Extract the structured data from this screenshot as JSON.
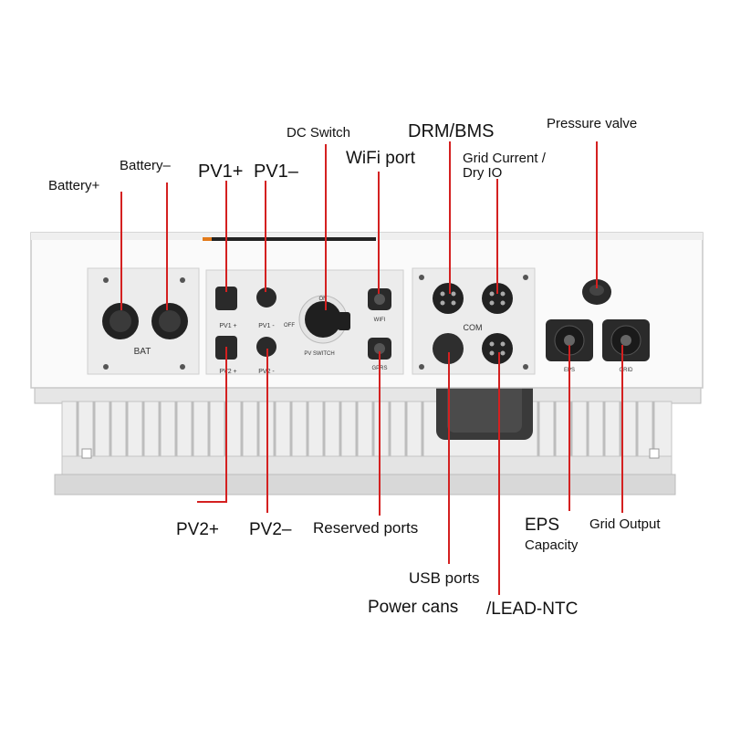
{
  "labels": {
    "battery_plus": "Battery+",
    "battery_minus": "Battery–",
    "pv1_plus": "PV1+",
    "pv1_minus": "PV1–",
    "dc_switch": "DC Switch",
    "wifi_port": "WiFi port",
    "drm_bms": "DRM/BMS",
    "grid_current_line1": "Grid Current /",
    "grid_current_line2": "Dry IO",
    "pressure_valve": "Pressure valve",
    "pv2_plus": "PV2+",
    "pv2_minus": "PV2–",
    "reserved_ports": "Reserved ports",
    "usb_ports": "USB ports",
    "power_cans": "Power cans",
    "lead_ntc": "/LEAD-NTC",
    "eps": "EPS",
    "eps_capacity": "Capacity",
    "grid_output": "Grid Output"
  },
  "panel_text": {
    "bat": "BAT",
    "pv1_plus": "PV1 +",
    "pv1_minus": "PV1 -",
    "pv2_plus": "PV2 +",
    "pv2_minus": "PV2 -",
    "pv_switch": "PV SWITCH",
    "on": "ON",
    "off": "OFF",
    "wifi": "WIFI",
    "gprs": "GPRS",
    "com": "COM",
    "eps": "EPS",
    "grid": "GRID"
  },
  "colors": {
    "leader_line": "#d42020",
    "enclosure": "#f4f4f4",
    "heatsink": "#dcdcdc",
    "connector": "#2a2a2a"
  }
}
